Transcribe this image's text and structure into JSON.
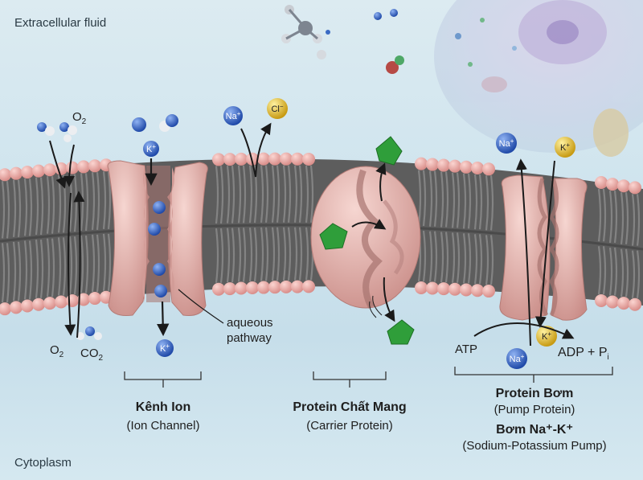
{
  "regions": {
    "extracellular": "Extracellular fluid",
    "cytoplasm": "Cytoplasm"
  },
  "diffusion": {
    "o2_top": "O",
    "o2_top_sub": "2",
    "o2_bottom": "O",
    "o2_bottom_sub": "2",
    "co2_bottom": "CO",
    "co2_bottom_sub": "2"
  },
  "ions": {
    "k": "K",
    "k_sup": "+",
    "na": "Na",
    "na_sup": "+",
    "cl": "Cl",
    "cl_sup": "−"
  },
  "ion_channel": {
    "pathway_label_line1": "aqueous",
    "pathway_label_line2": "pathway",
    "title": "Kênh Ion",
    "subtitle": "(Ion Channel)"
  },
  "carrier": {
    "title": "Protein Chất Mang",
    "subtitle": "(Carrier Protein)"
  },
  "pump": {
    "atp": "ATP",
    "adp": "ADP + P",
    "adp_sub": "i",
    "title": "Protein Bơm",
    "subtitle": "(Pump Protein)",
    "title2": "Bơm Na⁺-K⁺",
    "subtitle2": "(Sodium-Potassium Pump)"
  },
  "colors": {
    "lipid_head": "#ecaaa6",
    "lipid_tail": "#6e6e6e",
    "protein": "#e4b2ad",
    "k_ion": "#2f62c8",
    "na_ion": "#2f62c8",
    "cl_ion": "#e2c12a",
    "substrate": "#2f9e3a"
  }
}
